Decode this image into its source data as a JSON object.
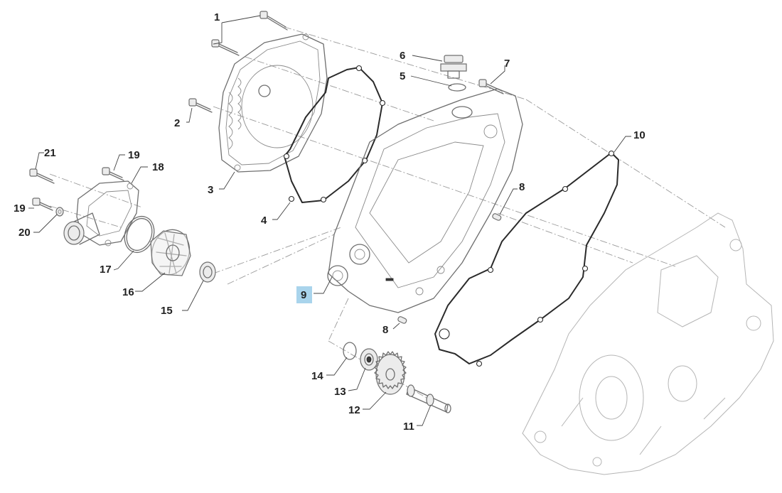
{
  "diagram": {
    "callouts": [
      {
        "id": "c1",
        "text": "1"
      },
      {
        "id": "c2",
        "text": "2"
      },
      {
        "id": "c3",
        "text": "3"
      },
      {
        "id": "c4",
        "text": "4"
      },
      {
        "id": "c5",
        "text": "5"
      },
      {
        "id": "c6",
        "text": "6"
      },
      {
        "id": "c7",
        "text": "7"
      },
      {
        "id": "c8a",
        "text": "8"
      },
      {
        "id": "c8b",
        "text": "8"
      },
      {
        "id": "c9",
        "text": "9",
        "highlighted": true
      },
      {
        "id": "c10",
        "text": "10"
      },
      {
        "id": "c11",
        "text": "11"
      },
      {
        "id": "c12",
        "text": "12"
      },
      {
        "id": "c13",
        "text": "13"
      },
      {
        "id": "c14",
        "text": "14"
      },
      {
        "id": "c15",
        "text": "15"
      },
      {
        "id": "c16",
        "text": "16"
      },
      {
        "id": "c17",
        "text": "17"
      },
      {
        "id": "c18",
        "text": "18"
      },
      {
        "id": "c19a",
        "text": "19"
      },
      {
        "id": "c19b",
        "text": "19"
      },
      {
        "id": "c20",
        "text": "20"
      },
      {
        "id": "c21",
        "text": "21"
      }
    ],
    "highlight_color": "#a9d4ec"
  }
}
